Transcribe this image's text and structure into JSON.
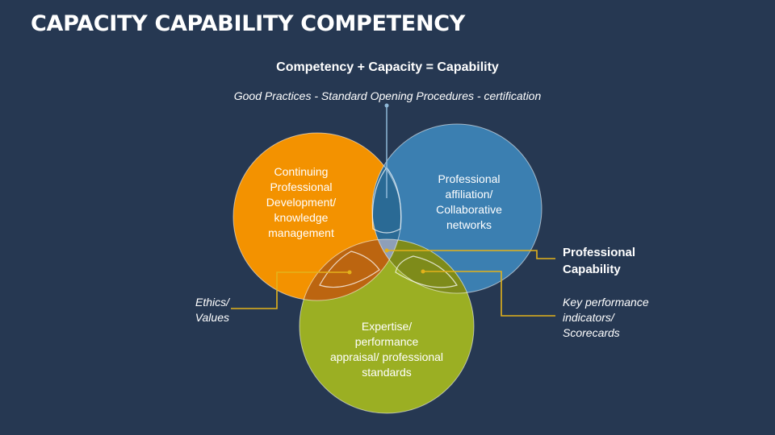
{
  "slide": {
    "title": "CAPACITY CAPABILITY COMPETENCY",
    "subtitle": "Competency + Capacity = Capability",
    "top_note": "Good Practices - Standard Opening Procedures - certification"
  },
  "circles": {
    "orange": {
      "lines": [
        "Continuing",
        "Professional",
        "Development/",
        "knowledge",
        "management"
      ],
      "color": "#F39200"
    },
    "blue": {
      "lines": [
        "Professional",
        "affiliation/",
        "Collaborative",
        "networks"
      ],
      "color": "#3B7FB1"
    },
    "green": {
      "lines": [
        "Expertise/",
        "performance",
        "appraisal/ professional",
        "standards"
      ],
      "color": "#9BAF23"
    }
  },
  "callouts": {
    "ethics": {
      "lines": [
        "Ethics/",
        "Values"
      ]
    },
    "kpi": {
      "lines": [
        "Key performance",
        "indicators/",
        "Scorecards"
      ]
    },
    "capability": {
      "lines": [
        "Professional",
        "Capability"
      ]
    }
  },
  "colors": {
    "background": "#263852",
    "connector": "#E3B21B",
    "pointer": "#8FB9D8"
  }
}
